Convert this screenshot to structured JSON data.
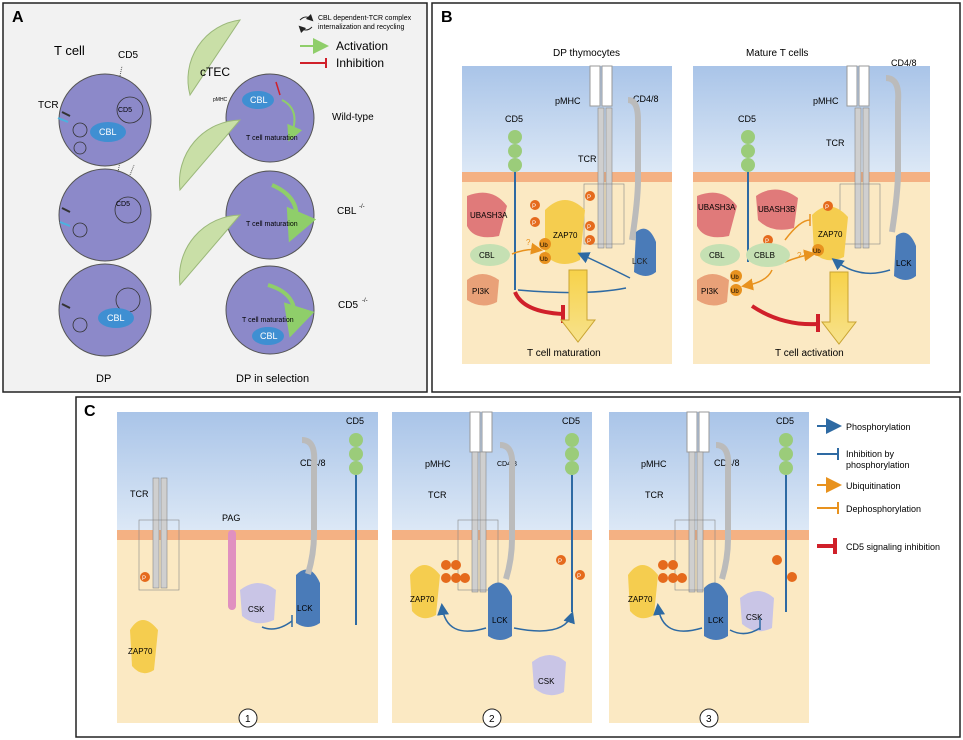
{
  "panel_a": {
    "letter": "A",
    "legend_cbl_text_1": "CBL dependent-TCR complex",
    "legend_cbl_text_2": "internalization and recycling",
    "legend_activation": "Activation",
    "legend_inhibition": "Inhibition",
    "t_cell_label": "T cell",
    "cd5_label": "CD5",
    "tcr_label": "TCR",
    "cbl_label": "CBL",
    "ctec_label": "cTEC",
    "pmhc_small": "pMHC",
    "t_cell_maturation": "T cell maturation",
    "wild_type": "Wild-type",
    "cbl_ko": "CBL",
    "ko_sup": "-/-",
    "cd5_ko": "CD5",
    "footer_dp": "DP",
    "footer_dp_selection": "DP in selection"
  },
  "panel_b": {
    "letter": "B",
    "title_left": "DP thymocytes",
    "title_right": "Mature T cells",
    "pmhc": "pMHC",
    "cd48": "CD4/8",
    "cd5": "CD5",
    "tcr": "TCR",
    "ubash3a": "UBASH3A",
    "ubash3b": "UBASH3B",
    "cbl": "CBL",
    "cblb": "CBLB",
    "zap70": "ZAP70",
    "lck": "LCK",
    "pi3k": "PI3K",
    "ub": "Ub",
    "p": "P",
    "question": "?",
    "outcome_left": "T cell maturation",
    "outcome_right": "T cell activation"
  },
  "panel_c": {
    "letter": "C",
    "tcr": "TCR",
    "pag": "PAG",
    "csk": "CSK",
    "lck": "LCK",
    "cd48": "CD4/8",
    "cd5": "CD5",
    "zap70": "ZAP70",
    "pmhc": "pMHC",
    "p": "P",
    "step1": "1",
    "step2": "2",
    "step3": "3",
    "legend_phosphorylation": "Phosphorylation",
    "legend_inhibition_1": "Inhibition by",
    "legend_inhibition_2": "phosphorylation",
    "legend_ubiquitination": "Ubiquitination",
    "legend_dephosphorylation": "Dephosphorylation",
    "legend_cd5_inhibition": "CD5 signaling inhibition"
  },
  "colors": {
    "cell_purple": "#8c89c9",
    "ctec_green": "#c9dfa7",
    "membrane_orange": "#f4b183",
    "extracellular_blue": "#c6d9f1",
    "cytoplasm_cream": "#fbe9c3",
    "cd5_green": "#9bcc7a",
    "zap70_yellow": "#f5cd4f",
    "lck_blue": "#4a7bb8",
    "ubash_red": "#e07a7a",
    "cbl_green": "#c5e0b3",
    "pi3k_orange": "#e9a178",
    "csk_lilac": "#c9c5e6",
    "pag_pink": "#e090c0",
    "activation_green": "#8fce6a",
    "inhibition_red": "#d0202a",
    "phospho_blue": "#2e6aa3",
    "ubiq_orange": "#e8921e",
    "p_orange": "#e56a1c"
  }
}
